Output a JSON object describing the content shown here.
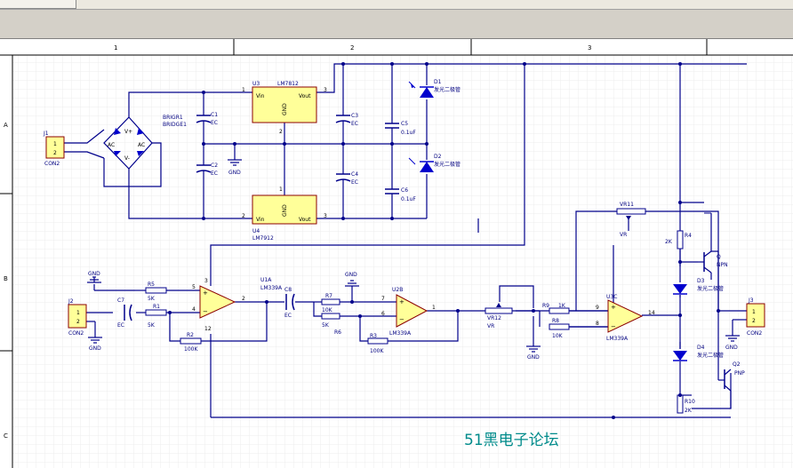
{
  "zones": {
    "cols": [
      "1",
      "2",
      "3"
    ],
    "rows": [
      "A",
      "B",
      "C"
    ]
  },
  "components": {
    "bridge": {
      "ref1": "BRIGR1",
      "ref2": "BRIDGE1",
      "ac1": "AC",
      "ac2": "AC",
      "plus": "V+",
      "minus": "V-"
    },
    "J1": {
      "ref": "J1",
      "pin1": "1",
      "pin2": "2",
      "type": "CON2"
    },
    "J2": {
      "ref": "J2",
      "pin1": "1",
      "pin2": "2",
      "type": "CON2"
    },
    "J3": {
      "ref": "J3",
      "pin1": "2",
      "pin2": "1",
      "type": "CON2"
    },
    "U3": {
      "ref": "U3",
      "part": "LM7812",
      "vin": "Vin",
      "vout": "Vout",
      "gnd": "GND",
      "pin1": "1",
      "pin2": "2",
      "pin3": "3"
    },
    "U4": {
      "ref": "U4",
      "part": "LM7912",
      "vin": "Vin",
      "vout": "Vout",
      "gnd": "GND",
      "pin1": "1",
      "pin2": "2",
      "pin3": "3"
    },
    "C1": {
      "ref": "C1",
      "val": "EC"
    },
    "C2": {
      "ref": "C2",
      "val": "EC"
    },
    "C3": {
      "ref": "C3",
      "val": "EC"
    },
    "C4": {
      "ref": "C4",
      "val": "EC"
    },
    "C5": {
      "ref": "C5",
      "val": "0.1uF"
    },
    "C6": {
      "ref": "C6",
      "val": "0.1uF"
    },
    "C7": {
      "ref": "C7",
      "val": "EC"
    },
    "C8": {
      "ref": "C8",
      "val": "EC"
    },
    "D1": {
      "ref": "D1",
      "val": "发光二极管"
    },
    "D2": {
      "ref": "D2",
      "val": "发光二极管"
    },
    "D3": {
      "ref": "D3",
      "val": "发光二极管"
    },
    "D4": {
      "ref": "D4",
      "val": "发光二极管"
    },
    "gnd": "GND",
    "R5": {
      "ref": "R5",
      "val": "5K"
    },
    "R1": {
      "ref": "R1",
      "val": "5K"
    },
    "R2": {
      "ref": "R2",
      "val": "100K"
    },
    "R7": {
      "ref": "R7",
      "val": "10K"
    },
    "R6": {
      "ref": "R6",
      "val": "5K"
    },
    "R3": {
      "ref": "R3",
      "val": "100K"
    },
    "R9": {
      "ref": "R9",
      "val": "1K"
    },
    "R8": {
      "ref": "R8",
      "val": "10K"
    },
    "R4": {
      "ref": "R4",
      "val": "2K"
    },
    "R10": {
      "ref": "R10",
      "val": "2K"
    },
    "VR12": {
      "ref": "VR12",
      "val": "VR"
    },
    "VR11": {
      "ref": "VR11",
      "val": "VR"
    },
    "U1A": {
      "ref": "U1A",
      "part": "LM339A",
      "in_plus": "5",
      "in_minus": "4",
      "out": "2",
      "vcc": "3",
      "vee": "12"
    },
    "U2B": {
      "ref": "U2B",
      "part": "LM339A",
      "in_plus": "7",
      "in_minus": "6",
      "out": "1"
    },
    "U3C": {
      "ref": "U3C",
      "part": "LM339A",
      "in_plus": "9",
      "in_minus": "8",
      "out": "14"
    },
    "Q1": {
      "ref": "Q",
      "type": "NPN"
    },
    "Q2": {
      "ref": "Q2",
      "type": "PNP"
    }
  },
  "watermark": "51黑电子论坛",
  "colors": {
    "wire": "#00008b",
    "body": "#ffff99",
    "diode": "#0000cd",
    "text": "#000080",
    "border": "#000000",
    "watermark": "#008b8b"
  }
}
